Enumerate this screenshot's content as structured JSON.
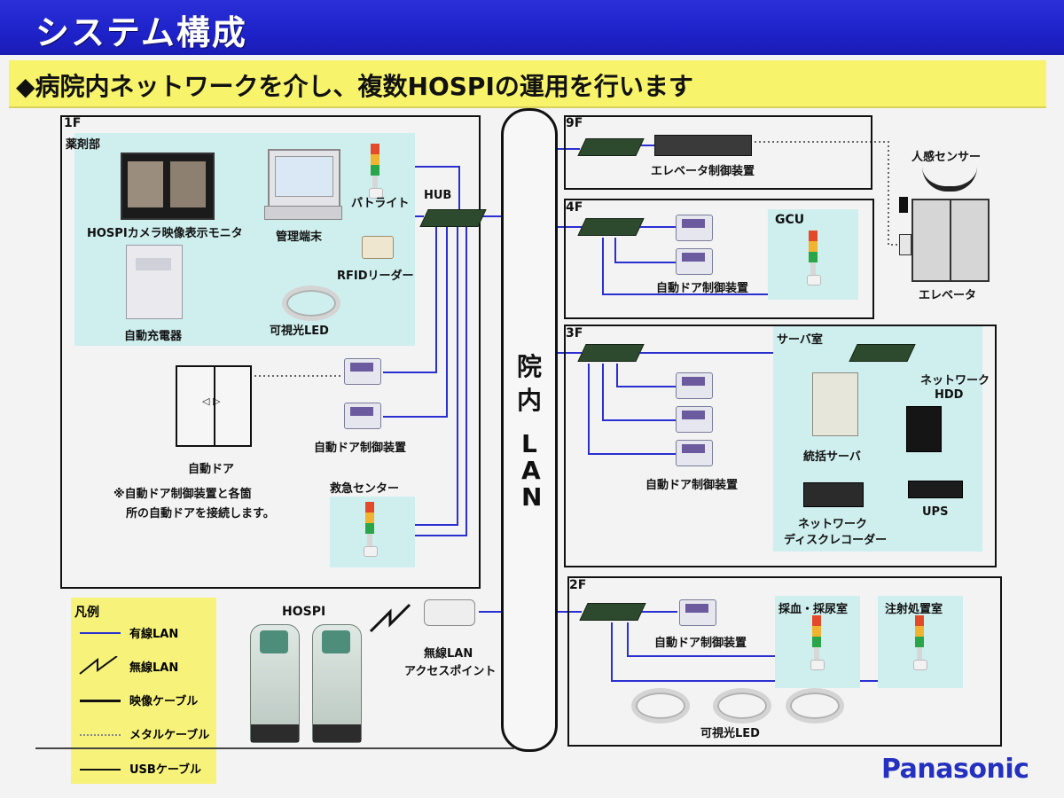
{
  "header": {
    "title": "システム構成"
  },
  "subtitle": "◆病院内ネットワークを介し、複数HOSPIの運用を行います",
  "lan_bus_label": [
    "院",
    "内",
    "L",
    "A",
    "N"
  ],
  "floor1": {
    "label": "1F",
    "pharmacy": "薬剤部",
    "camera_monitor": "HOSPIカメラ映像表示モニタ",
    "terminal": "管理端末",
    "patlite": "パトライト",
    "hub": "HUB",
    "rfid": "RFIDリーダー",
    "charger": "自動充電器",
    "vlc_led": "可視光LED",
    "door_controller": "自動ドア制御装置",
    "auto_door": "自動ドア",
    "note_line1": "※自動ドア制御装置と各箇",
    "note_line2": "所の自動ドアを接続します。",
    "emergency": "救急センター"
  },
  "floor9": {
    "label": "9F",
    "elevator_ctl": "エレベータ制御装置"
  },
  "elevator_area": {
    "sensor": "人感センサー",
    "elevator": "エレベータ"
  },
  "floor4": {
    "label": "4F",
    "gcu": "GCU",
    "door_controller": "自動ドア制御装置"
  },
  "floor3": {
    "label": "3F",
    "server_room": "サーバ室",
    "door_controller": "自動ドア制御装置",
    "nas_line1": "ネットワーク",
    "nas_line2": "HDD",
    "server": "統括サーバ",
    "recorder_line1": "ネットワーク",
    "recorder_line2": "ディスクレコーダー",
    "ups": "UPS"
  },
  "floor2": {
    "label": "2F",
    "door_controller": "自動ドア制御装置",
    "blood_room": "採血・採尿室",
    "injection_room": "注射処置室",
    "vlc_led": "可視光LED"
  },
  "hospi": {
    "label": "HOSPI"
  },
  "wireless": {
    "line1": "無線LAN",
    "line2": "アクセスポイント"
  },
  "legend": {
    "title": "凡例",
    "items": [
      {
        "label": "有線LAN",
        "color": "#2a2fd0",
        "style": "solid"
      },
      {
        "label": "無線LAN",
        "color": "#111111",
        "style": "zigzag"
      },
      {
        "label": "映像ケーブル",
        "color": "#111111",
        "style": "solid"
      },
      {
        "label": "メタルケーブル",
        "color": "#888888",
        "style": "dotted"
      },
      {
        "label": "USBケーブル",
        "color": "#111111",
        "style": "solid"
      }
    ]
  },
  "brand": "Panasonic"
}
